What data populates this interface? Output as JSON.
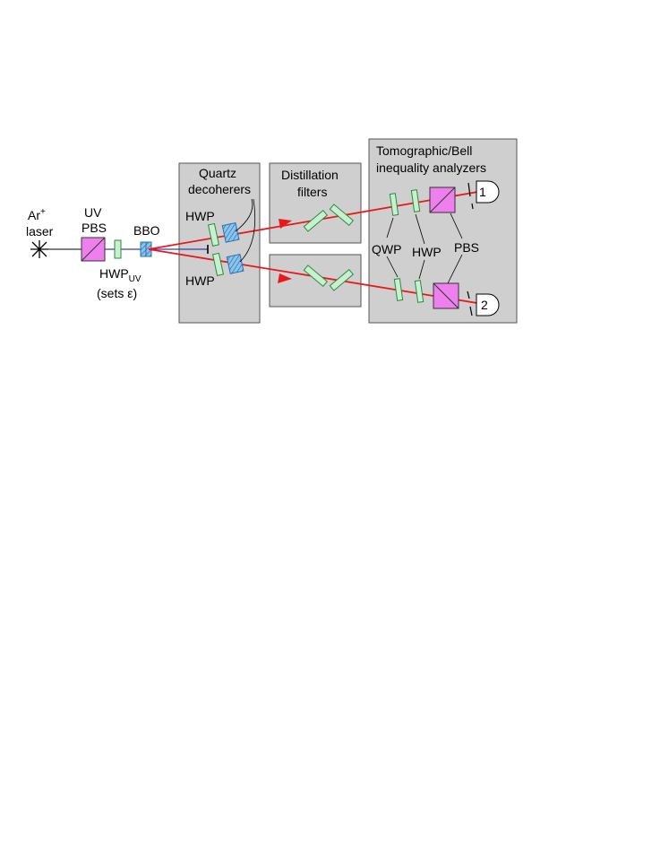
{
  "labels": {
    "laser": "laser",
    "uv": "UV",
    "pbs_left": "PBS",
    "bbo": "BBO",
    "hwp_uv_main": "HWP",
    "hwp_uv_sub": "UV",
    "sets_prefix": "(sets ",
    "sets_symbol": "ε",
    "sets_suffix": ")",
    "quartz_line1": "Quartz",
    "quartz_line2": "decoherers",
    "hwp_top": "HWP",
    "hwp_bottom": "HWP",
    "distill_line1": "Distillation",
    "distill_line2": "filters",
    "tomo_line1": "Tomographic/Bell",
    "tomo_line2": "inequality analyzers",
    "qwp": "QWP",
    "hwp_right": "HWP",
    "pbs_right": "PBS",
    "detector_1": "1",
    "detector_2": "2"
  },
  "colors": {
    "beam_red": "#e8191c",
    "beam_uv": "#3a3fa8",
    "box_gray": "#cfcfcf",
    "pbs_magenta": "#ee80ee",
    "waveplate_green": "#c8f0d0",
    "decoherer_blue": "#7ab8e8"
  }
}
